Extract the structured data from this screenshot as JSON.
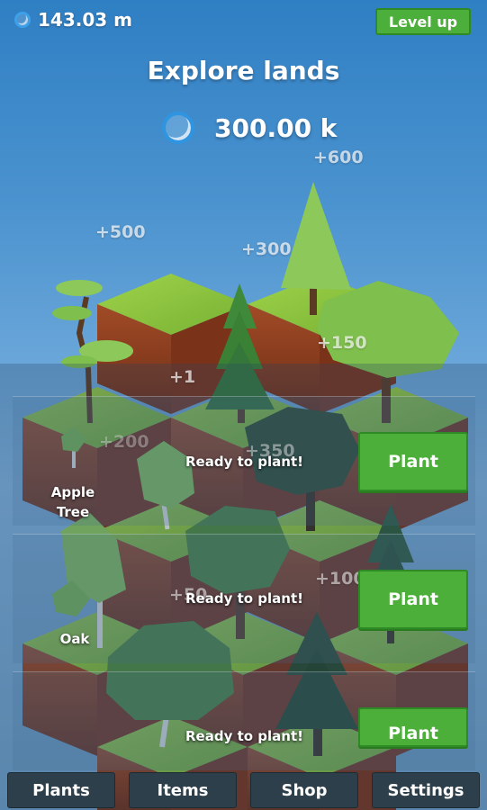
{
  "top_bar": {
    "currency_value": "143.03 m",
    "level_up_label": "Level up"
  },
  "header": {
    "title": "Explore lands",
    "balance": "300.00 k"
  },
  "floating_gains": [
    "+600",
    "+500",
    "+300",
    "+150",
    "+1",
    "+200",
    "+350",
    "+100",
    "+50"
  ],
  "plants": [
    {
      "name": "Apple Tree",
      "status": "Ready to plant!",
      "button_label": "Plant"
    },
    {
      "name": "Oak",
      "status": "Ready to plant!",
      "button_label": "Plant"
    },
    {
      "name": "",
      "status": "Ready to plant!",
      "button_label": "Plant"
    }
  ],
  "bottom_nav": [
    {
      "label": "Plants"
    },
    {
      "label": "Items"
    },
    {
      "label": "Shop"
    },
    {
      "label": "Settings"
    }
  ],
  "colors": {
    "sky_top": "#2f7fc4",
    "button_green": "#4caf3a",
    "nav_dark": "#2d3f4a",
    "grass": "#8cc63f",
    "dirt": "#8a3e22"
  }
}
